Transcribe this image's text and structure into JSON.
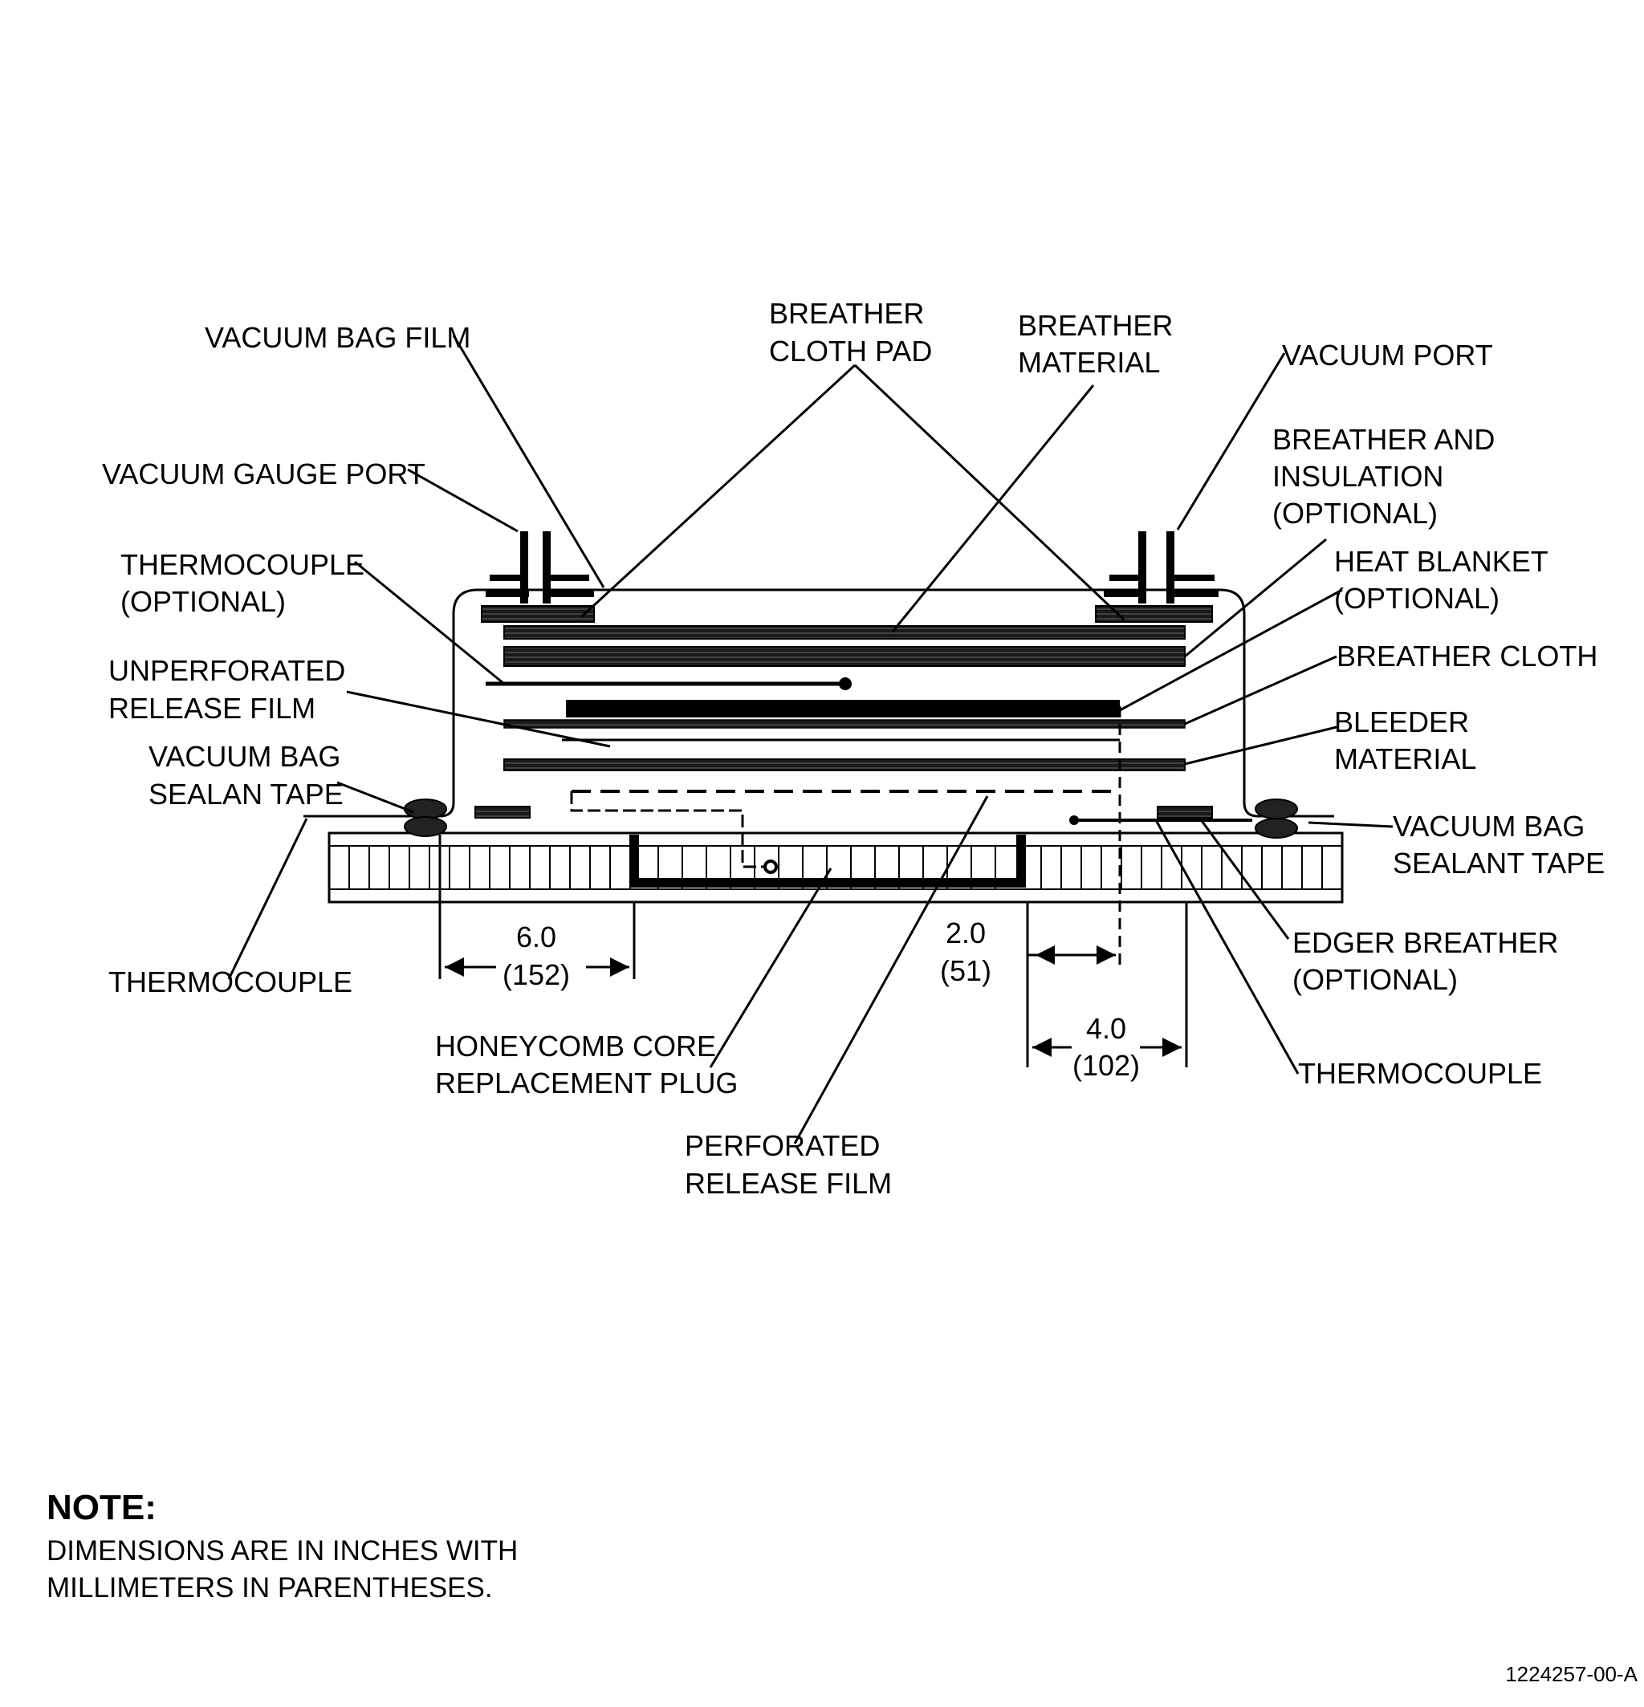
{
  "labels": {
    "vacuum_bag_film": "VACUUM BAG FILM",
    "breather_cloth_pad": [
      "BREATHER",
      "CLOTH PAD"
    ],
    "breather_material": [
      "BREATHER",
      "MATERIAL"
    ],
    "vacuum_port": "VACUUM PORT",
    "vacuum_gauge_port": "VACUUM GAUGE PORT",
    "breather_and_insulation": [
      "BREATHER AND",
      "INSULATION",
      "(OPTIONAL)"
    ],
    "thermocouple_optional": [
      "THERMOCOUPLE",
      "(OPTIONAL)"
    ],
    "heat_blanket": [
      "HEAT BLANKET",
      "(OPTIONAL)"
    ],
    "unperforated_release_film": [
      "UNPERFORATED",
      "RELEASE FILM"
    ],
    "breather_cloth": "BREATHER CLOTH",
    "bleeder_material": [
      "BLEEDER",
      "MATERIAL"
    ],
    "vacuum_bag_sealan_tape": [
      "VACUUM BAG",
      "SEALAN TAPE"
    ],
    "vacuum_bag_sealant_tape": [
      "VACUUM BAG",
      "SEALANT TAPE"
    ],
    "thermocouple_left": "THERMOCOUPLE",
    "edger_breather": [
      "EDGER BREATHER",
      "(OPTIONAL)"
    ],
    "honeycomb_core_plug": [
      "HONEYCOMB CORE",
      "REPLACEMENT PLUG"
    ],
    "perforated_release_film": [
      "PERFORATED",
      "RELEASE FILM"
    ],
    "thermocouple_right": "THERMOCOUPLE"
  },
  "dimensions": {
    "dim_6": [
      "6.0",
      "(152)"
    ],
    "dim_2": [
      "2.0",
      "(51)"
    ],
    "dim_4": [
      "4.0",
      "(102)"
    ]
  },
  "note": {
    "title": "NOTE:",
    "lines": [
      "DIMENSIONS ARE IN INCHES WITH",
      "MILLIMETERS IN PARENTHESES."
    ]
  },
  "figure_id": "1224257-00-A",
  "colors": {
    "ink": "#000000",
    "layer_gray": "#3a3a3a"
  }
}
